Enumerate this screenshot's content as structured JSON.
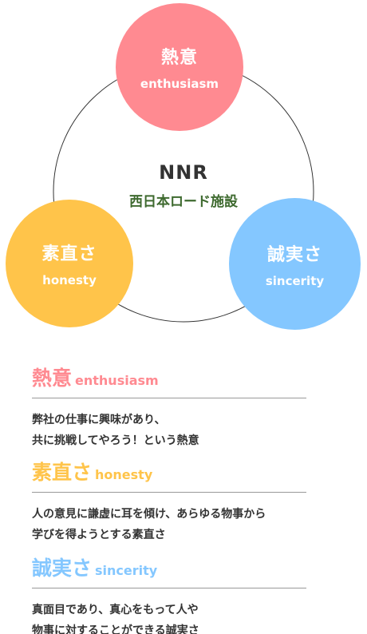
{
  "diagram": {
    "center_title": "NNR",
    "center_subtitle": "西日本ロード施設",
    "circles": [
      {
        "jp": "熱意",
        "en": "enthusiasm",
        "color": "#ff8a91"
      },
      {
        "jp": "素直さ",
        "en": "honesty",
        "color": "#ffc44a"
      },
      {
        "jp": "誠実さ",
        "en": "sincerity",
        "color": "#84c7ff"
      }
    ]
  },
  "sections": [
    {
      "jp": "熱意",
      "en": "enthusiasm",
      "lines": [
        "弊社の仕事に興味があり、",
        "共に挑戦してやろう！という熱意"
      ]
    },
    {
      "jp": "素直さ",
      "en": "honesty",
      "lines": [
        "人の意見に謙虚に耳を傾け、あらゆる物事から",
        "学びを得ようとする素直さ"
      ]
    },
    {
      "jp": "誠実さ",
      "en": "sincerity",
      "lines": [
        "真面目であり、真心をもって人や",
        "物事に対することができる誠実さ"
      ]
    }
  ]
}
